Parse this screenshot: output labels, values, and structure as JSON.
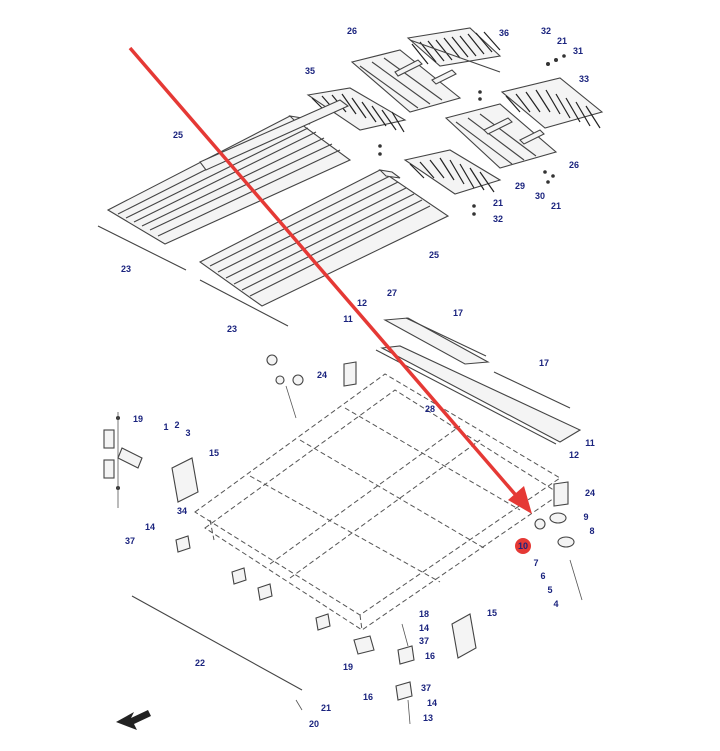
{
  "diagram": {
    "highlight_color": "#e53935",
    "callout_color": "#1a237e",
    "highlighted_callout": "10",
    "callouts": [
      {
        "id": "c26a",
        "label": "26"
      },
      {
        "id": "c36",
        "label": "36"
      },
      {
        "id": "c32a",
        "label": "32"
      },
      {
        "id": "c21a",
        "label": "21"
      },
      {
        "id": "c31",
        "label": "31"
      },
      {
        "id": "c35",
        "label": "35"
      },
      {
        "id": "c33",
        "label": "33"
      },
      {
        "id": "c25a",
        "label": "25"
      },
      {
        "id": "c26b",
        "label": "26"
      },
      {
        "id": "c29",
        "label": "29"
      },
      {
        "id": "c30",
        "label": "30"
      },
      {
        "id": "c21b",
        "label": "21"
      },
      {
        "id": "c21c",
        "label": "21"
      },
      {
        "id": "c32b",
        "label": "32"
      },
      {
        "id": "c23a",
        "label": "23"
      },
      {
        "id": "c25b",
        "label": "25"
      },
      {
        "id": "c23b",
        "label": "23"
      },
      {
        "id": "c12a",
        "label": "12"
      },
      {
        "id": "c27",
        "label": "27"
      },
      {
        "id": "c11a",
        "label": "11"
      },
      {
        "id": "c17a",
        "label": "17"
      },
      {
        "id": "c17b",
        "label": "17"
      },
      {
        "id": "c24a",
        "label": "24"
      },
      {
        "id": "c28",
        "label": "28"
      },
      {
        "id": "c19a",
        "label": "19"
      },
      {
        "id": "c1",
        "label": "1"
      },
      {
        "id": "c2",
        "label": "2"
      },
      {
        "id": "c3",
        "label": "3"
      },
      {
        "id": "c15a",
        "label": "15"
      },
      {
        "id": "c11b",
        "label": "11"
      },
      {
        "id": "c12b",
        "label": "12"
      },
      {
        "id": "c24b",
        "label": "24"
      },
      {
        "id": "c34",
        "label": "34"
      },
      {
        "id": "c14a",
        "label": "14"
      },
      {
        "id": "c37a",
        "label": "37"
      },
      {
        "id": "c9",
        "label": "9"
      },
      {
        "id": "c8",
        "label": "8"
      },
      {
        "id": "c10",
        "label": "10"
      },
      {
        "id": "c7",
        "label": "7"
      },
      {
        "id": "c6",
        "label": "6"
      },
      {
        "id": "c5",
        "label": "5"
      },
      {
        "id": "c4",
        "label": "4"
      },
      {
        "id": "c18",
        "label": "18"
      },
      {
        "id": "c14b",
        "label": "14"
      },
      {
        "id": "c15b",
        "label": "15"
      },
      {
        "id": "c37b",
        "label": "37"
      },
      {
        "id": "c16a",
        "label": "16"
      },
      {
        "id": "c22",
        "label": "22"
      },
      {
        "id": "c19b",
        "label": "19"
      },
      {
        "id": "c37c",
        "label": "37"
      },
      {
        "id": "c16b",
        "label": "16"
      },
      {
        "id": "c14c",
        "label": "14"
      },
      {
        "id": "c13",
        "label": "13"
      },
      {
        "id": "c21d",
        "label": "21"
      },
      {
        "id": "c20",
        "label": "20"
      }
    ]
  }
}
